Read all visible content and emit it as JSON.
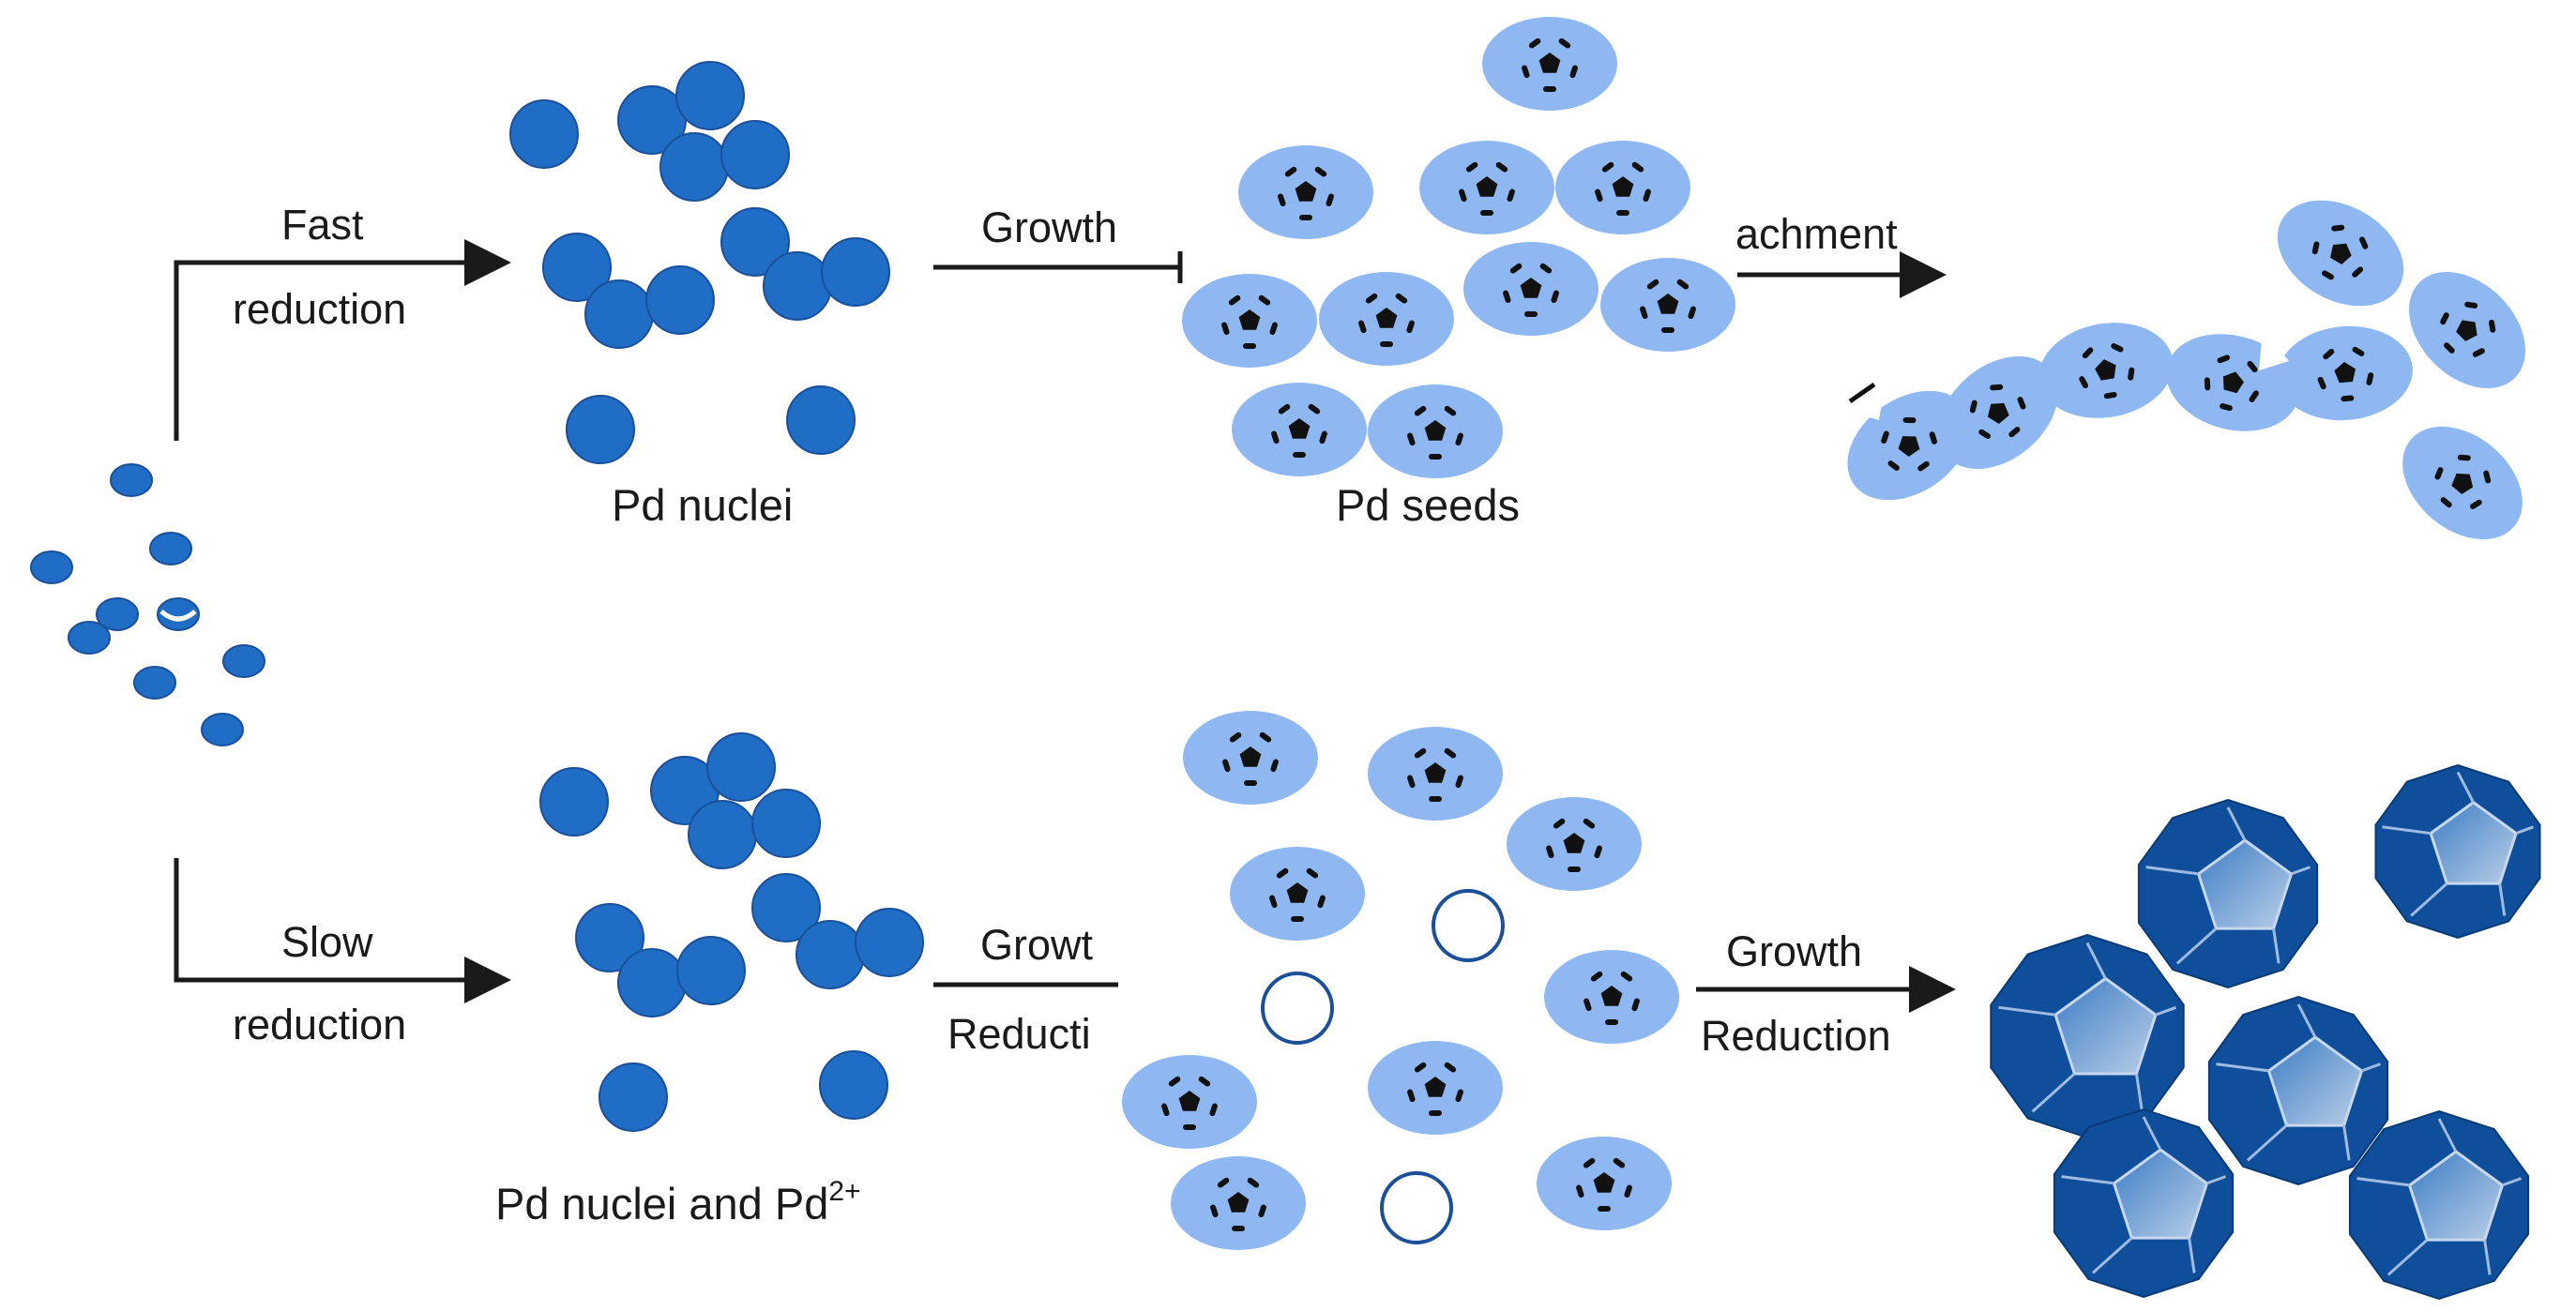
{
  "colors": {
    "nucleus_fill": "#1f6dc4",
    "nucleus_stroke": "#1b4f9a",
    "seed_fill": "#8fb8f2",
    "ion_stroke": "#1b4f9a",
    "dodeca_dark": "#0e4e9a",
    "dodeca_light": "#6a9fd8",
    "arrow": "#1a1a1a",
    "text": "#1a1a1a"
  },
  "labels": {
    "fast": "Fast",
    "fast_reduction": "reduction",
    "slow": "Slow",
    "slow_reduction": "reduction",
    "top_growth": "Growth",
    "top_attachment": "achment",
    "bottom_growth_cut": "Growt",
    "bottom_reduction_cut": "Reducti",
    "bottom_growth": "Growth",
    "bottom_reduction": "Reduction",
    "pd_nuclei": "Pd nuclei",
    "pd_seeds": "Pd seeds",
    "pd_nuclei_and": "Pd nuclei and Pd",
    "pd_ion_charge": "2+"
  },
  "icons": {
    "precursor": "precursor-ion-icon",
    "nucleus": "pd-nucleus-icon",
    "seed": "pd-seed-icon",
    "ion": "pd2plus-ion-icon",
    "dodecahedron": "pd-dodecahedron-icon"
  }
}
